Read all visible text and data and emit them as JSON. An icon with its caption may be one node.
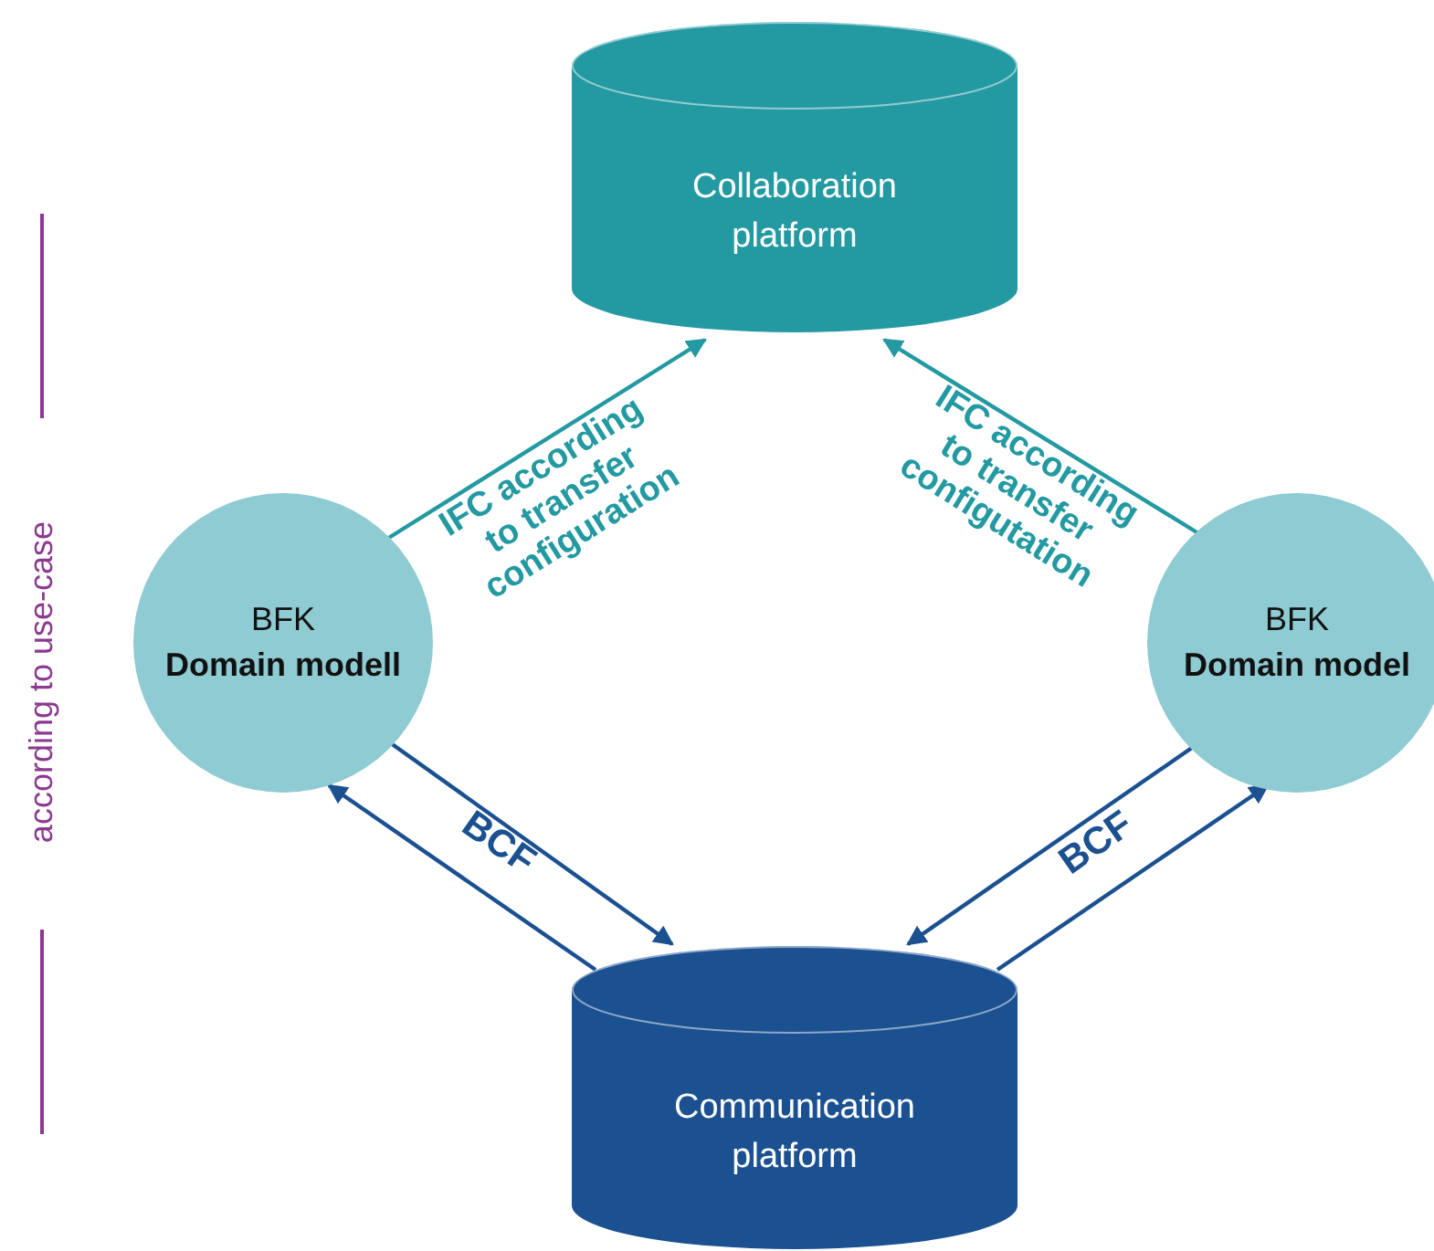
{
  "diagram": {
    "nodes": [
      {
        "text": [
          "Collaboration platform"
        ]
      },
      {
        "text": [
          "BFK",
          "Domain modell"
        ]
      },
      {
        "text": [
          "BFK",
          "Domain model"
        ]
      },
      {
        "text": [
          "Communication platform"
        ]
      }
    ],
    "edges": [
      {
        "from": 1,
        "to": 0,
        "arrow": "to",
        "label": "IFC according to transfer configuration",
        "color": "#2399a2"
      },
      {
        "from": 2,
        "to": 0,
        "arrow": "to",
        "label": "IFC according to transfer configutation",
        "color": "#2399a2"
      },
      {
        "from": 1,
        "to": 3,
        "arrow": "to",
        "label": "BCF"
      },
      {
        "from": 3,
        "to": 1,
        "arrow": "to"
      },
      {
        "from": 2,
        "to": 3,
        "arrow": "to",
        "label": "BCF"
      },
      {
        "from": 3,
        "to": 2,
        "arrow": "to"
      }
    ],
    "labels": [
      "according to use-case"
    ]
  }
}
